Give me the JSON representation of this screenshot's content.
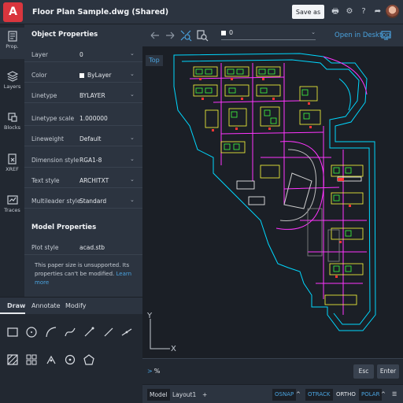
{
  "app": {
    "logo_letter": "A",
    "title": "Floor Plan Sample.dwg (Shared)",
    "save_label": "Save as",
    "accent": "#4aa3df",
    "logo_color": "#d9363e"
  },
  "top_icons": [
    "print-icon",
    "gear-icon",
    "help-icon",
    "share-icon"
  ],
  "sidebar": {
    "items": [
      {
        "label": "Prop.",
        "icon": "properties-icon"
      },
      {
        "label": "Layers",
        "icon": "layers-icon"
      },
      {
        "label": "Blocks",
        "icon": "blocks-icon"
      },
      {
        "label": "XREF",
        "icon": "xref-icon"
      },
      {
        "label": "Traces",
        "icon": "traces-icon"
      }
    ]
  },
  "object_properties": {
    "heading": "Object Properties",
    "rows": [
      {
        "key": "Layer",
        "value": "0"
      },
      {
        "key": "Color",
        "value": "ByLayer"
      },
      {
        "key": "Linetype",
        "value": "BYLAYER"
      },
      {
        "key": "Linetype scale",
        "value": "1.000000"
      },
      {
        "key": "Lineweight",
        "value": "Default"
      },
      {
        "key": "Dimension style",
        "value": "RGA1-8"
      },
      {
        "key": "Text style",
        "value": "ARCHITXT"
      },
      {
        "key": "Multileader style",
        "value": "Standard"
      }
    ]
  },
  "model_properties": {
    "heading": "Model Properties",
    "plot_style_key": "Plot style",
    "plot_style_value": "acad.stb",
    "note": "This paper size is unsupported. Its properties can't be modified.",
    "learn_more": "Learn more"
  },
  "draw_tabs": [
    "Draw",
    "Annotate",
    "Modify"
  ],
  "draw_tools": [
    "rectangle-icon",
    "circle-icon",
    "arc-icon",
    "spline-icon",
    "polyline-icon",
    "line-icon",
    "ray-icon",
    "hatch-icon",
    "array-icon",
    "point-icon",
    "point-icon",
    "polygon-icon"
  ],
  "canvas": {
    "layer_value": "0",
    "open_desktop": "Open in Desktop",
    "view_label": "Top",
    "ucs_x": "X",
    "ucs_y": "Y"
  },
  "command": {
    "prompt_symbol": ">",
    "prompt_text": "%",
    "esc_label": "Esc",
    "enter_label": "Enter"
  },
  "status": {
    "tabs": [
      "Model",
      "Layout1",
      "+"
    ],
    "toggles": [
      {
        "label": "OSNAP",
        "on": true
      },
      {
        "label": "OTRACK",
        "on": true
      },
      {
        "label": "ORTHO",
        "on": false
      },
      {
        "label": "POLAR",
        "on": true
      }
    ]
  }
}
